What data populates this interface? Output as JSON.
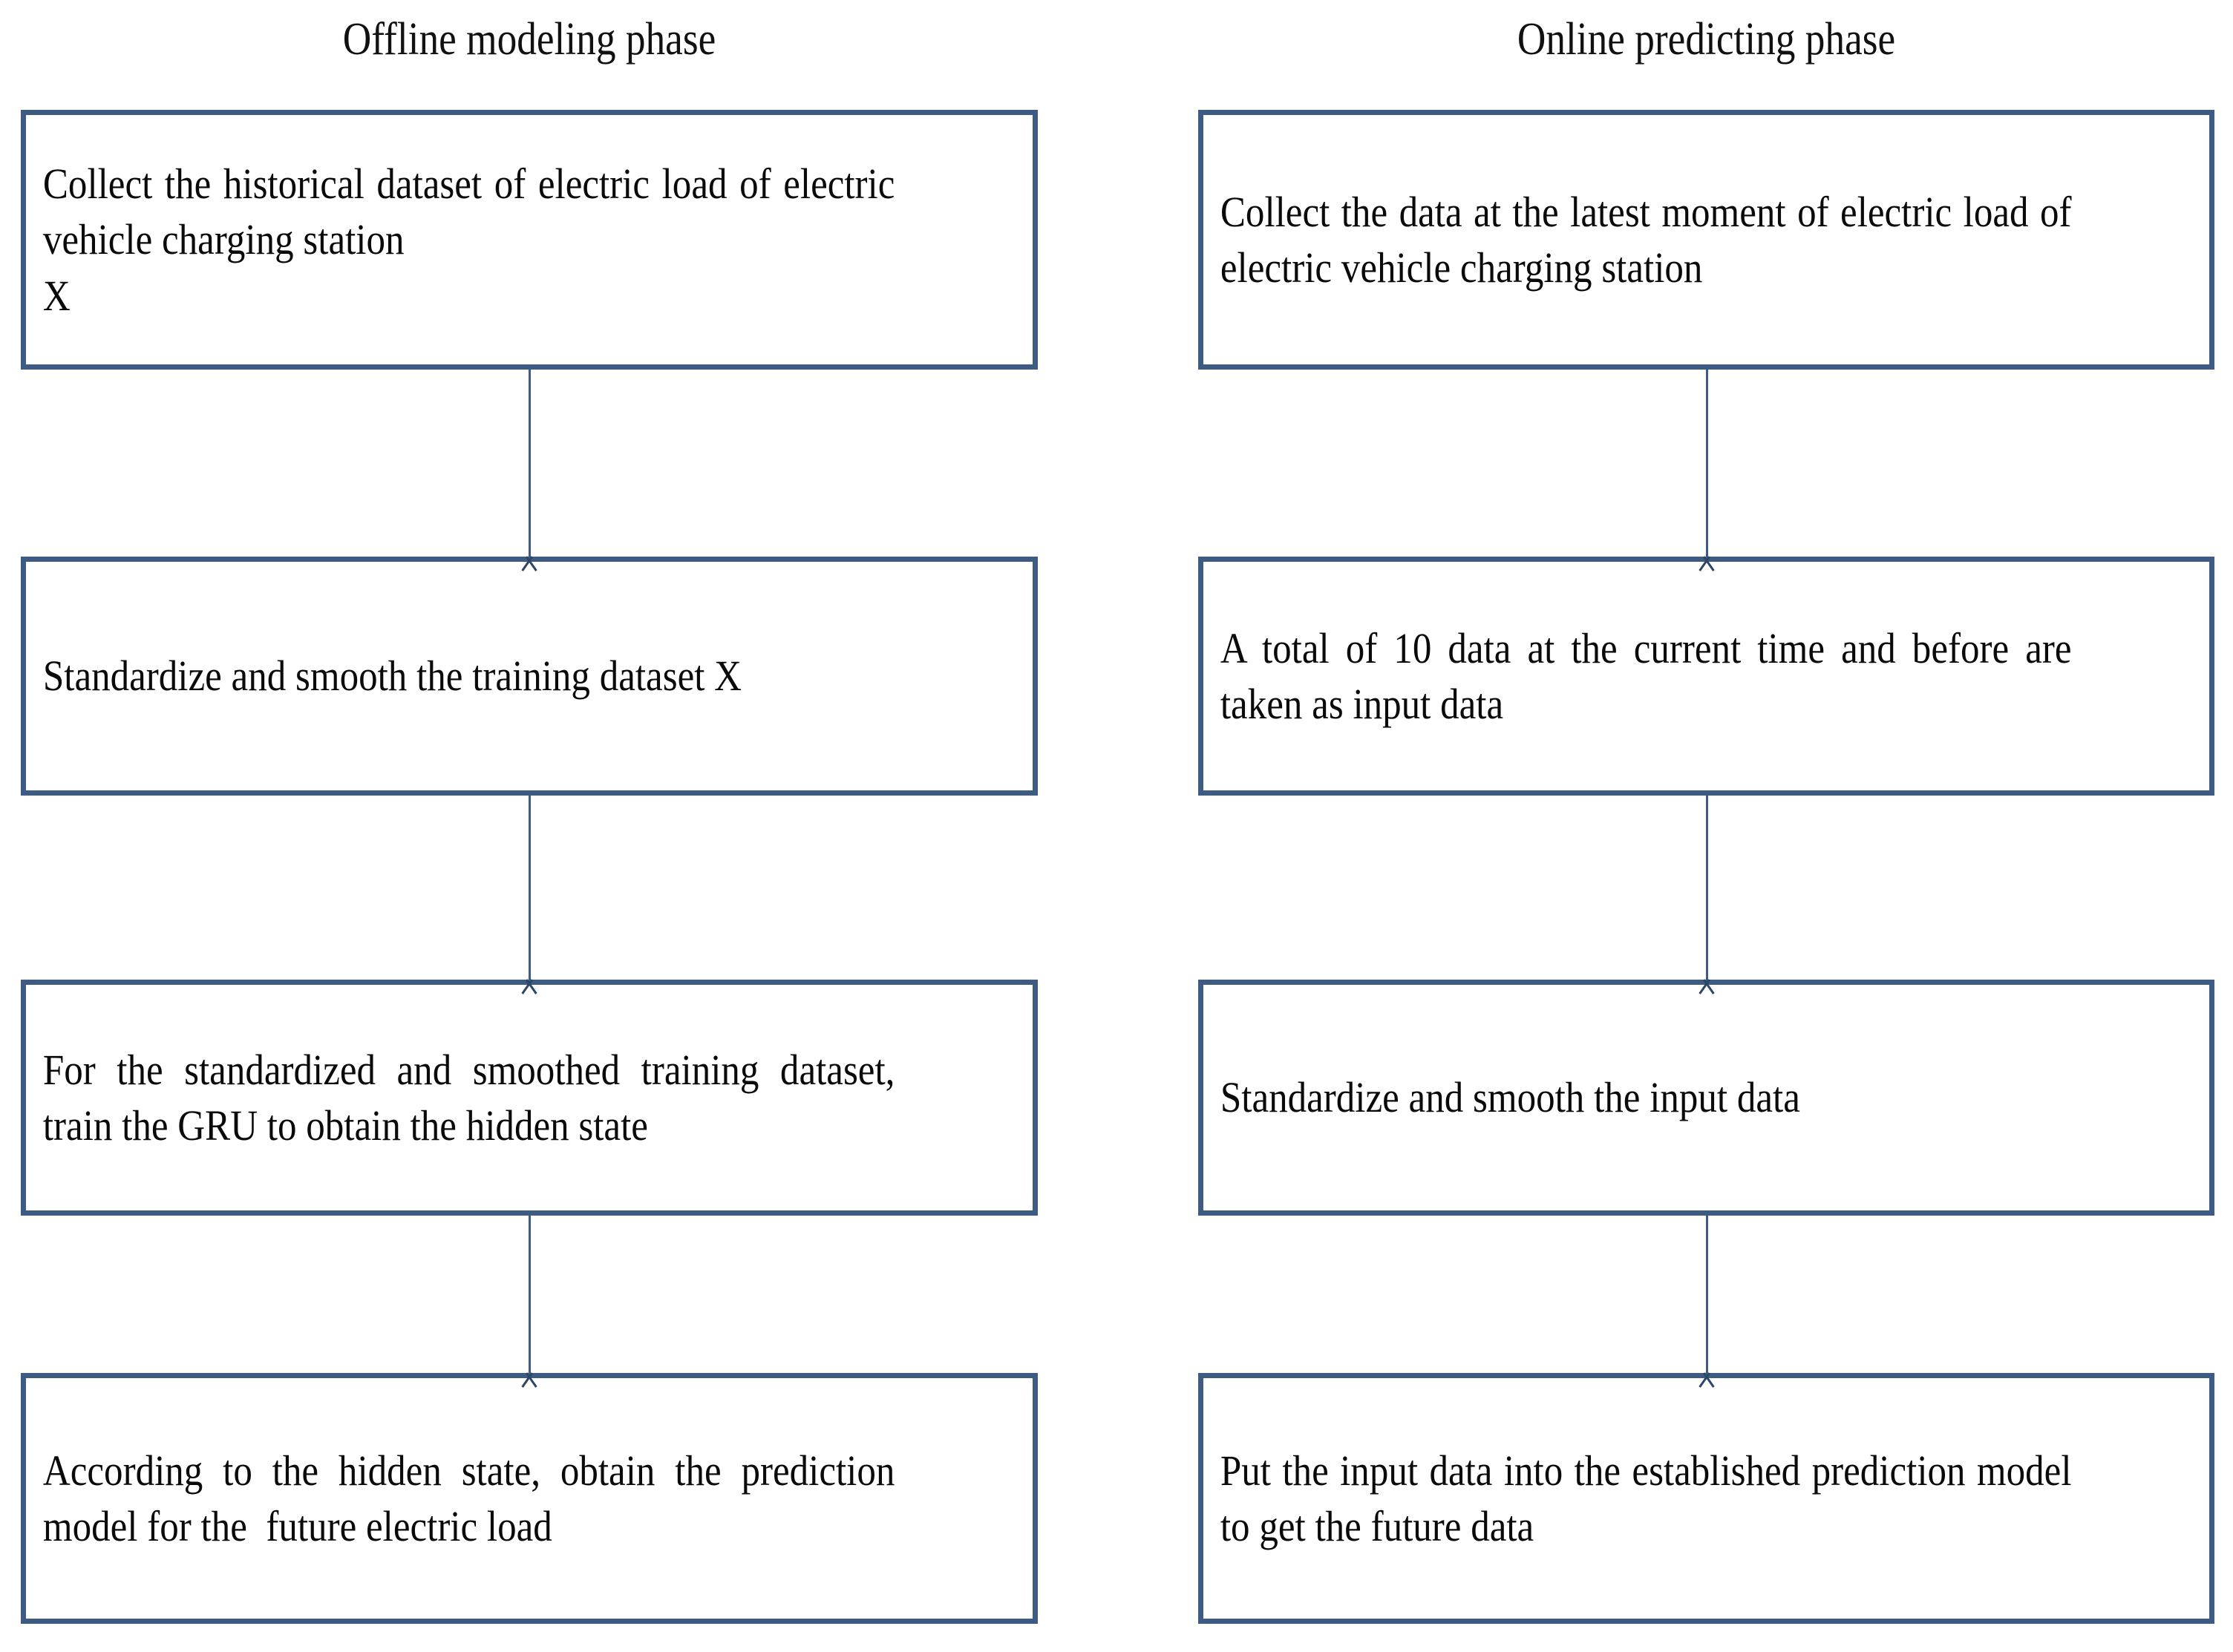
{
  "diagram": {
    "type": "flowchart",
    "columns": [
      {
        "id": "offline",
        "title": "Offline modeling phase",
        "steps": [
          {
            "id": "offline-step-1",
            "text": "Collect the historical dataset of electric load of electric vehicle charging station\nX"
          },
          {
            "id": "offline-step-2",
            "text": "Standardize and smooth the training dataset X"
          },
          {
            "id": "offline-step-3",
            "text": "For the standardized and smoothed training dataset, train the GRU to obtain the hidden state"
          },
          {
            "id": "offline-step-4",
            "text": "According to the hidden state, obtain the prediction model for the  future electric load"
          }
        ]
      },
      {
        "id": "online",
        "title": "Online predicting phase",
        "steps": [
          {
            "id": "online-step-1",
            "text": "Collect the data at the latest moment of electric load of electric vehicle charging station"
          },
          {
            "id": "online-step-2",
            "text": "A total of 10 data at the current time and before are taken as input data"
          },
          {
            "id": "online-step-3",
            "text": "Standardize and smooth the input data"
          },
          {
            "id": "online-step-4",
            "text": "Put the input data into the established prediction model to get the future data"
          }
        ]
      }
    ],
    "colors": {
      "box_border": "#3D5B83",
      "box_fill": "#FFFFFF",
      "arrow": "#3D5B83",
      "text": "#000000",
      "background": "#FFFFFF"
    }
  }
}
